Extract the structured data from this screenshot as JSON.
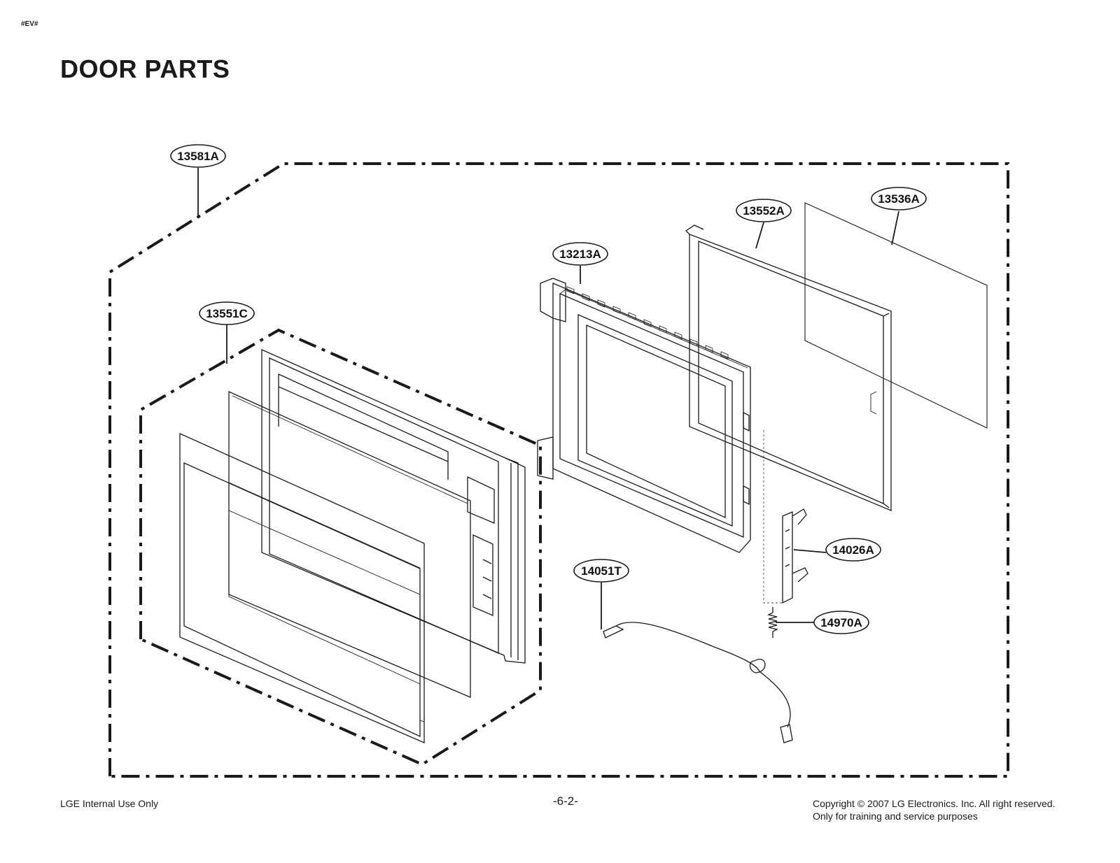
{
  "header": {
    "doc_code": "#EV#",
    "title": "DOOR PARTS"
  },
  "callouts": [
    {
      "id": "callout-13581a",
      "label": "13581A"
    },
    {
      "id": "callout-13551c",
      "label": "13551C"
    },
    {
      "id": "callout-13213a",
      "label": "13213A"
    },
    {
      "id": "callout-13552a",
      "label": "13552A"
    },
    {
      "id": "callout-13536a",
      "label": "13536A"
    },
    {
      "id": "callout-14026a",
      "label": "14026A"
    },
    {
      "id": "callout-14051t",
      "label": "14051T"
    },
    {
      "id": "callout-14970a",
      "label": "14970A"
    }
  ],
  "footer": {
    "left": "LGE Internal Use Only",
    "page": "-6-2-",
    "copyright": "Copyright © 2007 LG Electronics. Inc. All right reserved.",
    "purpose": "Only for training and service purposes"
  }
}
